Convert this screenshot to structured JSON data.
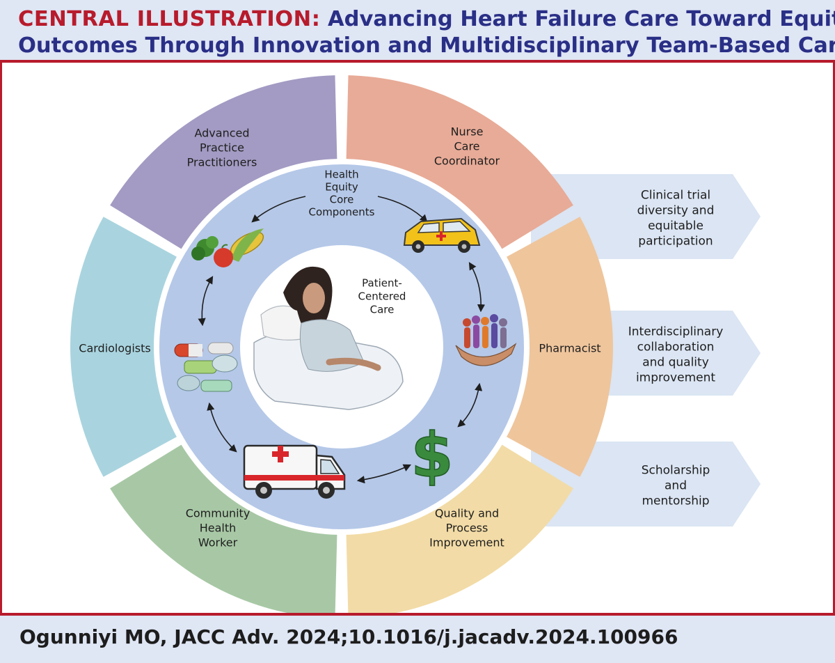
{
  "header": {
    "title_lead": "CENTRAL ILLUSTRATION:",
    "title_rest_line1": "Advancing Heart Failure Care Toward Equitable",
    "title_line2": "Outcomes Through Innovation and Multidisciplinary Team-Based Care"
  },
  "outer_ring": [
    {
      "lines": [
        "Advanced",
        "Practice",
        "Practitioners"
      ],
      "color": "#a39bc3"
    },
    {
      "lines": [
        "Nurse",
        "Care",
        "Coordinator"
      ],
      "color": "#e8ab97"
    },
    {
      "lines": [
        "Pharmacist"
      ],
      "color": "#efc59c"
    },
    {
      "lines": [
        "Quality and",
        "Process",
        "Improvement"
      ],
      "color": "#f2dba6"
    },
    {
      "lines": [
        "Community",
        "Health",
        "Worker"
      ],
      "color": "#a8c8a5"
    },
    {
      "lines": [
        "Cardiologists"
      ],
      "color": "#a9d4df"
    }
  ],
  "inner_ring": {
    "lines": [
      "Health",
      "Equity",
      "Core",
      "Components"
    ],
    "color": "#b5c8e8",
    "icons": [
      "produce-icon",
      "car-icon",
      "community-hands-icon",
      "dollar-icon",
      "ambulance-icon",
      "pills-icon"
    ]
  },
  "center": {
    "lines": [
      "Patient-",
      "Centered",
      "Care"
    ],
    "icon": "patient-in-bed-icon"
  },
  "arrows": [
    {
      "lines": [
        "Clinical trial",
        "diversity and",
        "equitable",
        "participation"
      ]
    },
    {
      "lines": [
        "Interdisciplinary",
        "collaboration",
        "and quality",
        "improvement"
      ]
    },
    {
      "lines": [
        "Scholarship",
        "and",
        "mentorship"
      ]
    }
  ],
  "arrow_color": "#dbe5f3",
  "accent_color": "#b71b2c",
  "title_color": "#2a2f86",
  "footer": {
    "citation": "Ogunniyi MO, JACC Adv. 2024;10.1016/j.jacadv.2024.100966"
  }
}
